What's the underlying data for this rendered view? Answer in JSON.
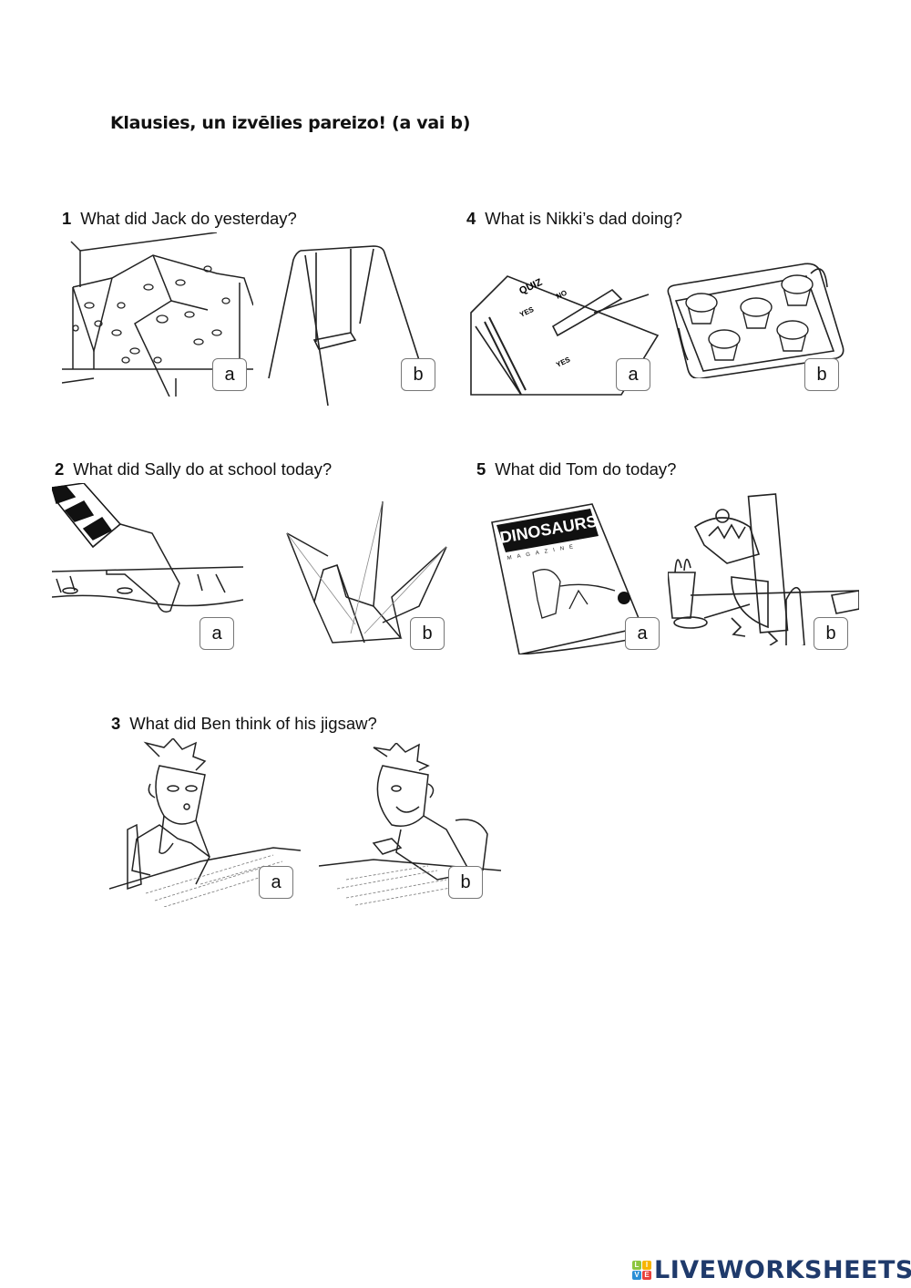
{
  "instruction": "Klausies, un izvēlies pareizo! (a vai b)",
  "questions": [
    {
      "number": "1",
      "text": "What did Jack do yesterday?",
      "options": [
        {
          "label": "a",
          "image": "climbing-wall"
        },
        {
          "label": "b",
          "image": "swing"
        }
      ]
    },
    {
      "number": "2",
      "text": "What did Sally do at school today?",
      "options": [
        {
          "label": "a",
          "image": "planting-seeds"
        },
        {
          "label": "b",
          "image": "origami-crane"
        }
      ]
    },
    {
      "number": "3",
      "text": "What did Ben think of his jigsaw?",
      "options": [
        {
          "label": "a",
          "image": "bored-boy-jigsaw"
        },
        {
          "label": "b",
          "image": "happy-boy-jigsaw"
        }
      ]
    },
    {
      "number": "4",
      "text": "What is Nikki’s dad doing?",
      "options": [
        {
          "label": "a",
          "image": "quiz-paper",
          "texts": {
            "title": "QUIZ",
            "yes": "YES",
            "no": "NO"
          }
        },
        {
          "label": "b",
          "image": "muffin-tray"
        }
      ]
    },
    {
      "number": "5",
      "text": "What did Tom do today?",
      "options": [
        {
          "label": "a",
          "image": "dinosaur-magazine",
          "texts": {
            "title": "DINOSAURS",
            "subtitle": "MAGAZINE"
          }
        },
        {
          "label": "b",
          "image": "cardboard-dinosaur"
        }
      ]
    }
  ],
  "footer": {
    "logo_badge": [
      "L",
      "I",
      "V",
      "E"
    ],
    "logo_badge_colors": [
      "#8dc63f",
      "#f7b500",
      "#2a8fd6",
      "#e8413c"
    ],
    "logo_text": "LIVEWORKSHEETS",
    "logo_color": "#1f3a6b"
  }
}
